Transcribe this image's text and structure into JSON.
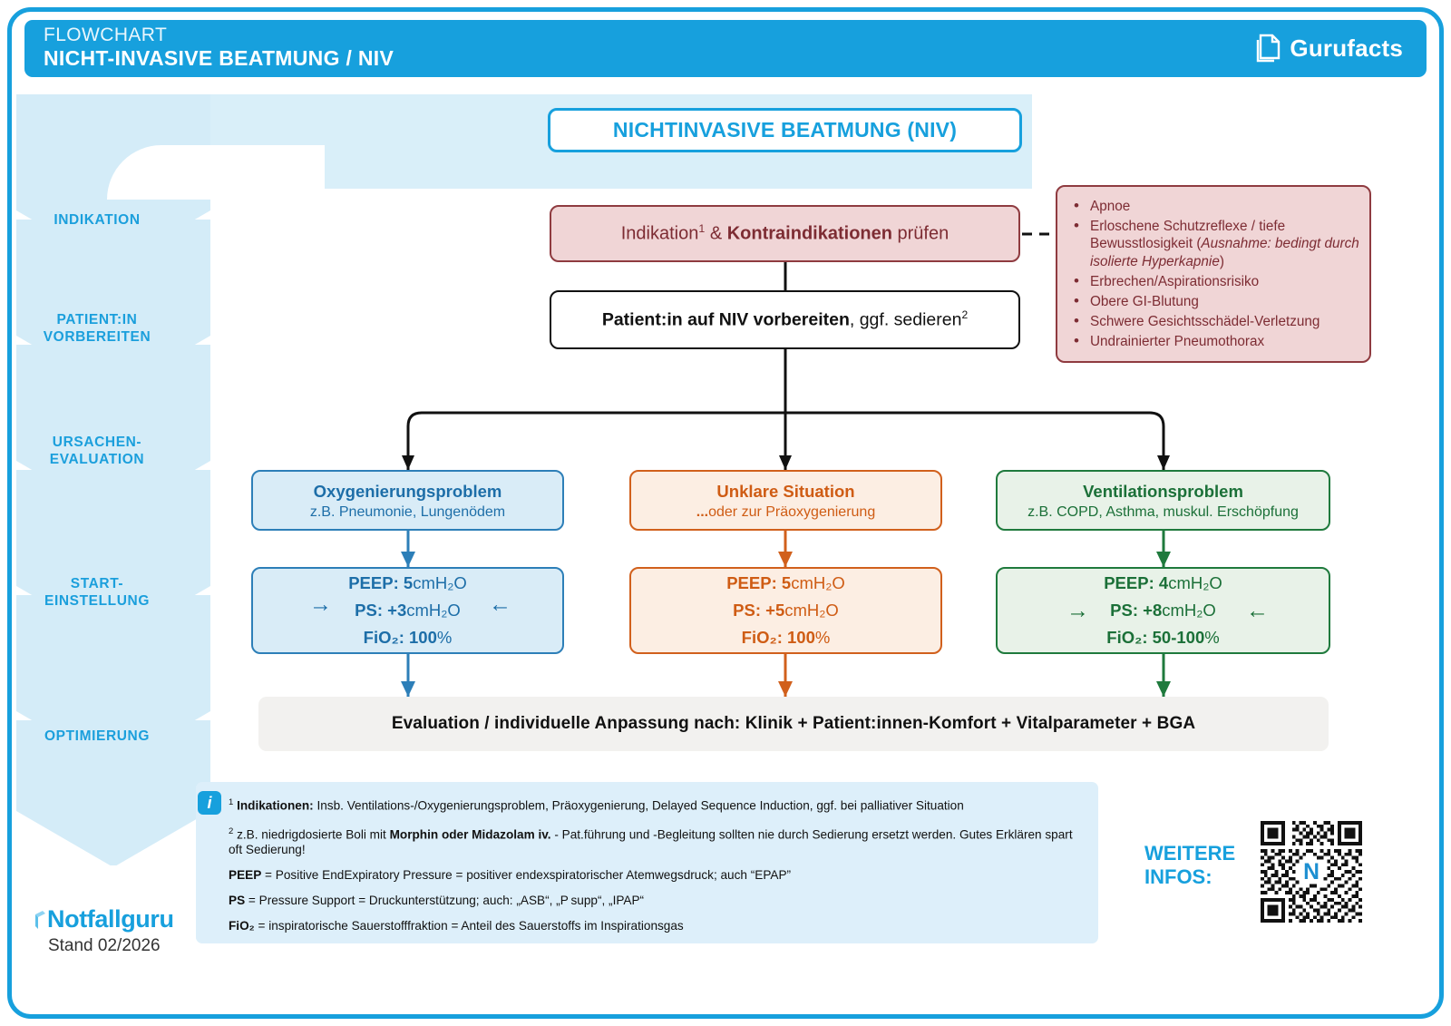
{
  "header": {
    "line1": "FLOWCHART",
    "line2": "NICHT-INVASIVE BEATMUNG / NIV",
    "brand": "Gurufacts"
  },
  "title_box": {
    "label": "NICHTINVASIVE BEATMUNG (NIV)"
  },
  "stages": [
    {
      "label": "INDIKATION"
    },
    {
      "label": "PATIENT:IN\nVORBEREITEN"
    },
    {
      "label": "URSACHEN-\nEVALUATION"
    },
    {
      "label": "START-\nEINSTELLUNG"
    },
    {
      "label": "OPTIMIERUNG"
    }
  ],
  "indication_box": {
    "text_plain_1": "Indikation",
    "sup": "1",
    "text_plain_2": " & ",
    "text_bold": "Kontraindikationen",
    "text_plain_3": " prüfen"
  },
  "preparation_box": {
    "bold": "Patient:in auf NIV vorbereiten",
    "rest": ", ggf. sedieren",
    "sup": "2"
  },
  "contraindications": {
    "items": [
      "Apnoe",
      "Erloschene Schutzreflexe / tiefe Bewusstlosigkeit (Ausnahme: bedingt durch isolierte Hyperkapnie)",
      "Erbrechen/Aspirationsrisiko",
      "Obere GI-Blutung",
      "Schwere Gesichtsschädel-Verletzung",
      "Undrainierter Pneumothorax"
    ],
    "item2_pre": "Erloschene Schutzreflexe / tiefe Bewusstlosigkeit (",
    "item2_italic": "Ausnahme: bedingt durch isolierte Hyperkapnie",
    "item2_post": ")"
  },
  "branches": [
    {
      "id": "oxy",
      "title": "Oxygenierungsproblem",
      "subtitle": "z.B. Pneumonie, Lungenödem",
      "color": "#1d6ea8",
      "fill": "#d9ecf7",
      "border": "#2d7fb8",
      "settings": {
        "peep_label": "PEEP: ",
        "peep_value": "5",
        "peep_unit": "cmH₂O",
        "ps_label": "PS: ",
        "ps_value": "+3",
        "ps_unit": "cmH₂O",
        "fio2_label": "FiO₂: ",
        "fio2_value": "100",
        "fio2_unit": "%"
      },
      "highlight_row": 1,
      "arrow_left": "→",
      "arrow_right": "←"
    },
    {
      "id": "unklar",
      "title": "Unklare Situation",
      "subtitle_bold": "...",
      "subtitle": "...oder zur Präoxygenierung",
      "subtitle_rest": "oder zur Präoxygenierung",
      "color": "#cf5c14",
      "fill": "#fceee3",
      "border": "#d1601c",
      "settings": {
        "peep_label": "PEEP:  ",
        "peep_value": "5",
        "peep_unit": "cmH₂O",
        "ps_label": "PS: ",
        "ps_value": "+5",
        "ps_unit": "cmH₂O",
        "fio2_label": "FiO₂: ",
        "fio2_value": "100",
        "fio2_unit": "%"
      },
      "highlight_row": 0
    },
    {
      "id": "vent",
      "title": "Ventilationsproblem",
      "subtitle": "z.B. COPD, Asthma, muskul. Erschöpfung",
      "color": "#1b7038",
      "fill": "#e8f2e8",
      "border": "#1f7a3d",
      "settings": {
        "peep_label": "PEEP: ",
        "peep_value": "4",
        "peep_unit": "cmH₂O",
        "ps_label": "PS: ",
        "ps_value": "+8",
        "ps_unit": "cmH₂O",
        "fio2_label": "FiO₂: ",
        "fio2_value": "50-100",
        "fio2_unit": "%"
      },
      "highlight_row": 2,
      "arrow_left": "→",
      "arrow_right": "←"
    }
  ],
  "evaluation_bar": {
    "text": "Evaluation / individuelle Anpassung nach:   Klinik  +  Patient:innen-Komfort  +  Vitalparameter  +  BGA"
  },
  "notes": {
    "icon": "i",
    "note1_sup": "1",
    "note1_bold": "Indikationen:",
    "note1_text": " Insb. Ventilations-/Oxygenierungsproblem, Präoxygenierung, Delayed Sequence Induction, ggf. bei palliativer Situation",
    "note2_sup": "2",
    "note2_pre": " z.B. niedrigdosierte Boli mit ",
    "note2_bold": "Morphin oder Midazolam iv.",
    "note2_post": " - Pat.führung und -Begleitung sollten nie durch Sedierung ersetzt werden. Gutes Erklären spart oft Sedierung!",
    "peep_def_bold": "PEEP",
    "peep_def": " = Positive EndExpiratory Pressure = positiver endexspiratorischer Atemwegsdruck; auch “EPAP”",
    "ps_def_bold": "PS",
    "ps_def": " = Pressure Support = Druckunterstützung; auch: „ASB“, „P supp“, „IPAP“",
    "fio2_def_bold": "FiO₂",
    "fio2_def": " =  inspiratorische Sauerstofffraktion = Anteil des Sauerstoffs im Inspirationsgas"
  },
  "footer": {
    "brand": "Notfallguru",
    "date": "Stand 02/2026",
    "weitere_line1": "WEITERE",
    "weitere_line2": "INFOS:"
  },
  "colors": {
    "brand_blue": "#17a0dd",
    "stage_blue": "#1b9fdc",
    "band_blue": "#d9eff9",
    "red_border": "#8f3b40",
    "red_fill": "#f0d5d6",
    "gray_bar": "#f2f1ef",
    "notes_bg": "#ddeffa"
  }
}
